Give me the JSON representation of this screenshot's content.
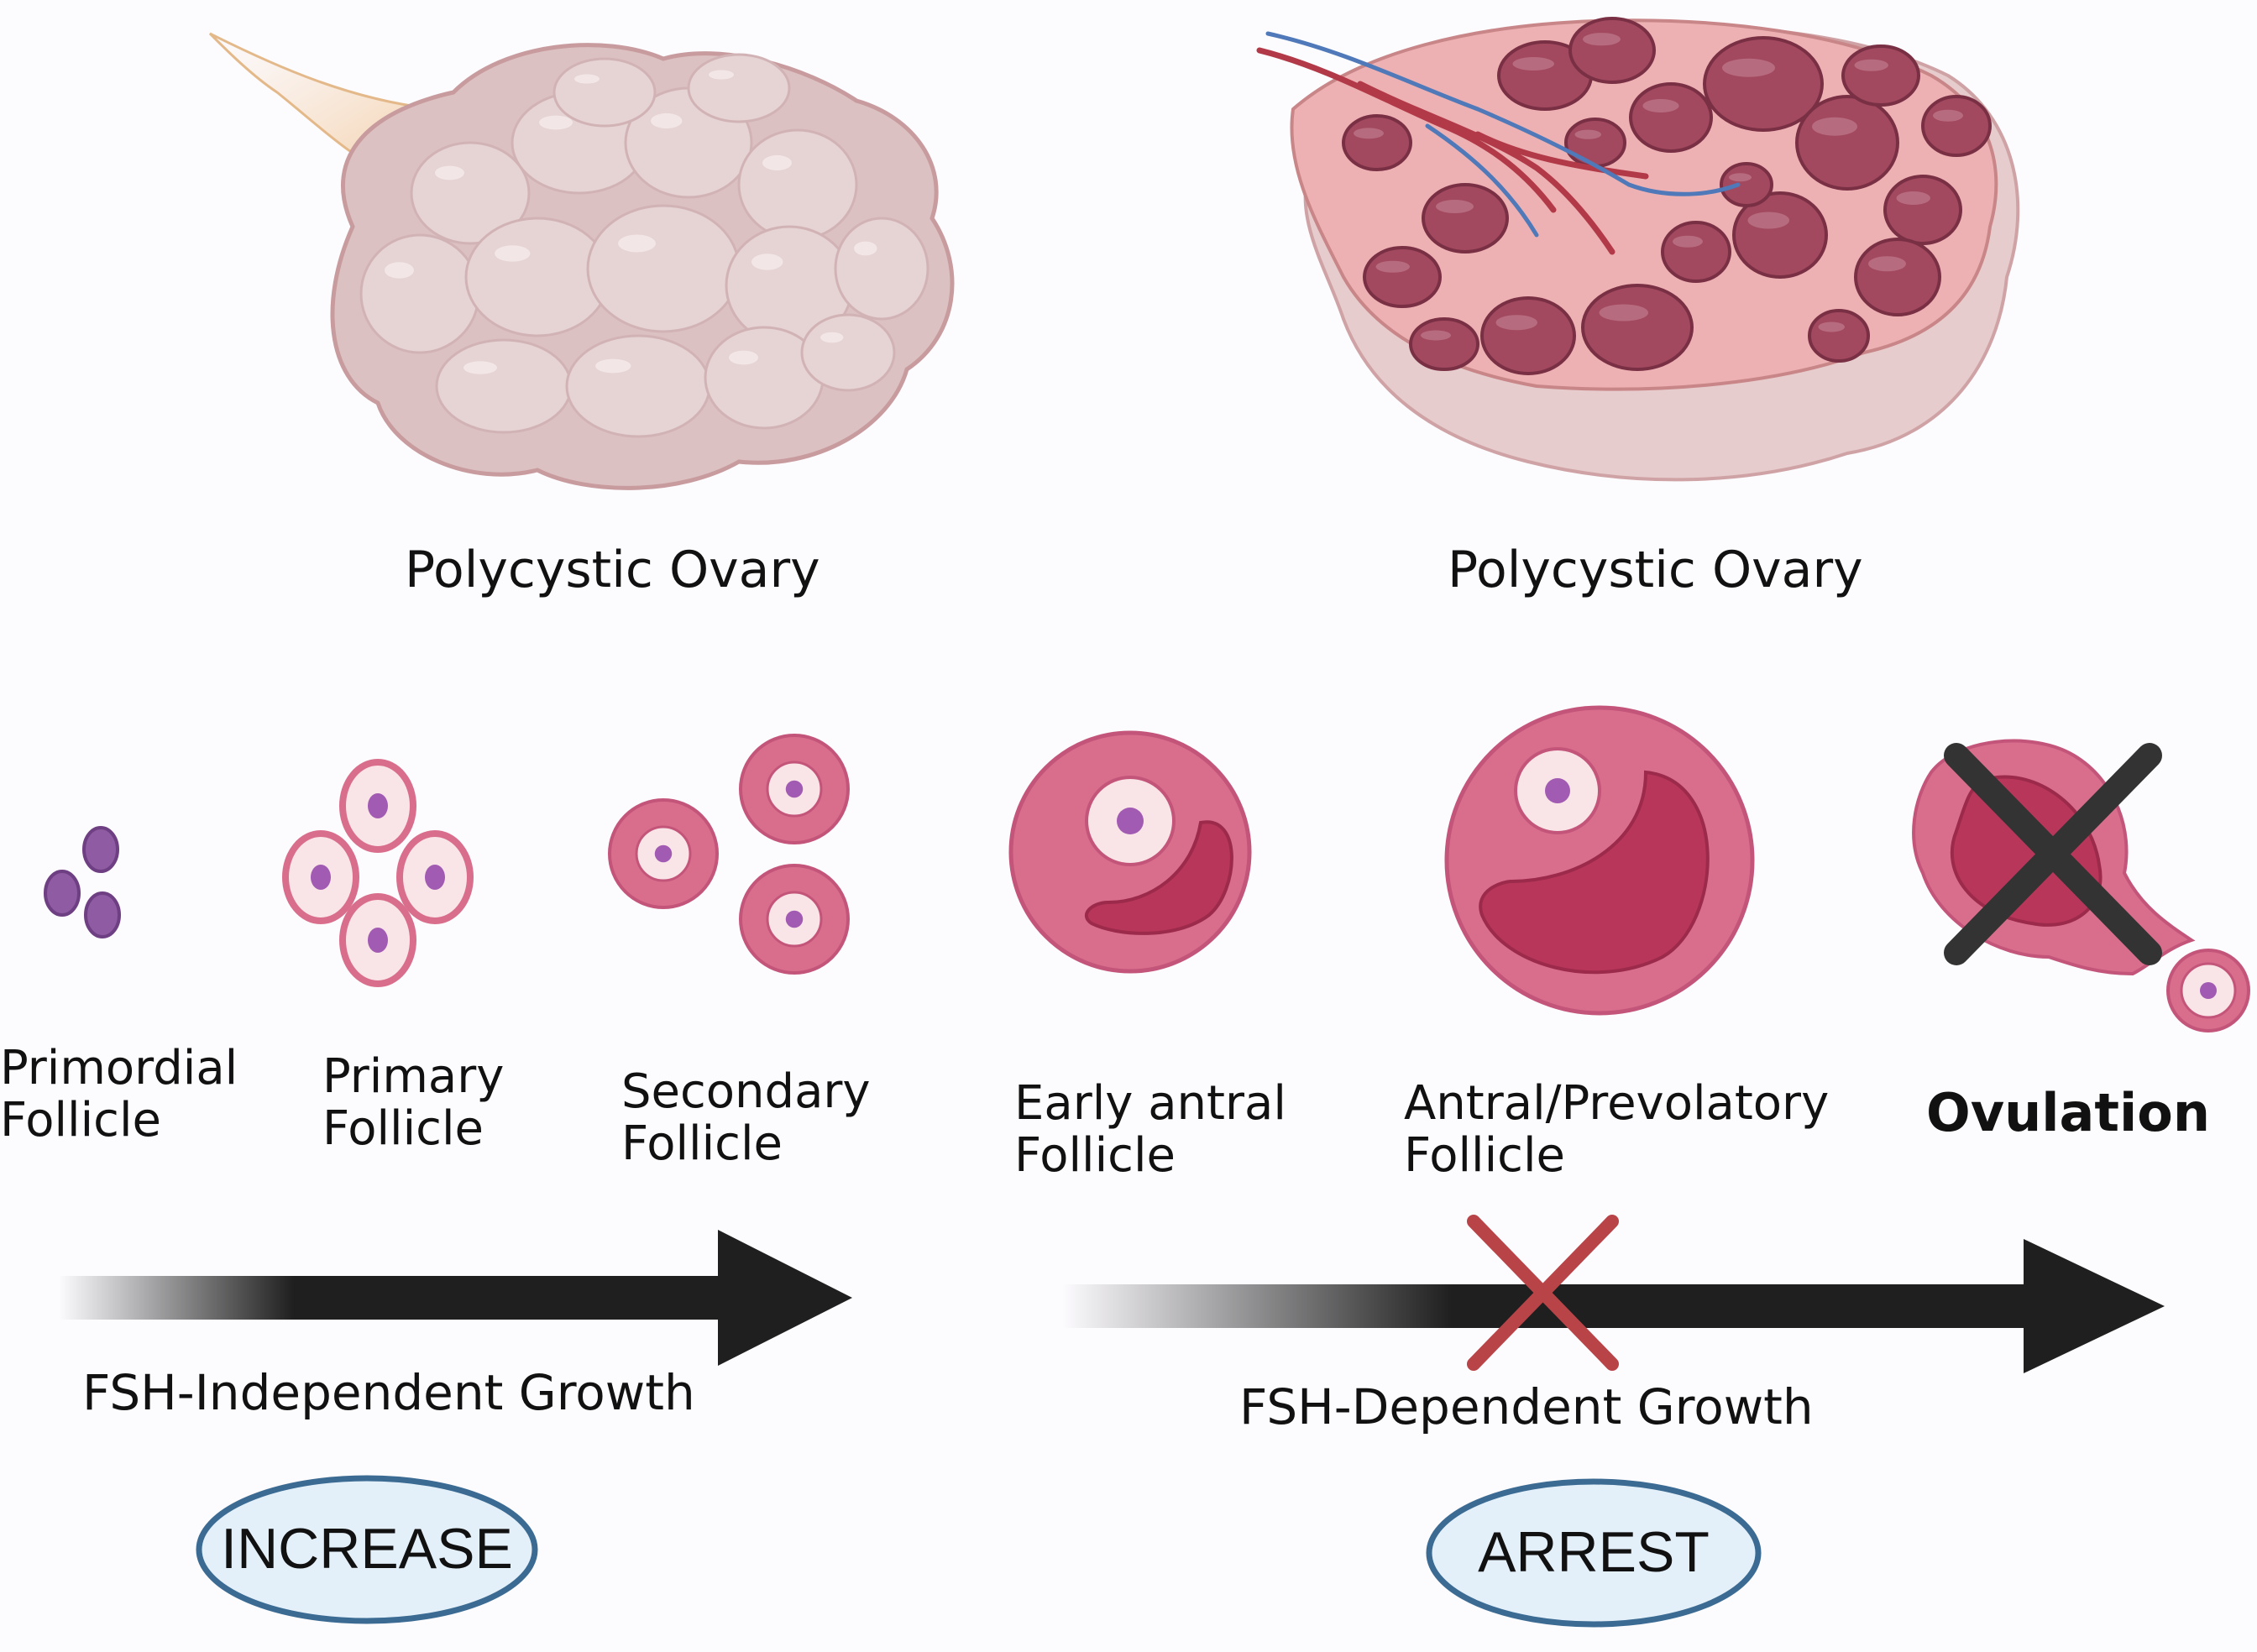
{
  "ovaries": [
    {
      "label": "Polycystic Ovary"
    },
    {
      "label": "Polycystic Ovary"
    }
  ],
  "stages": [
    {
      "line1": "Primordial",
      "line2": "Follicle"
    },
    {
      "line1": "Primary",
      "line2": "Follicle"
    },
    {
      "line1": "Secondary",
      "line2": "Follicle"
    },
    {
      "line1": "Early antral",
      "line2": "Follicle"
    },
    {
      "line1": "Antral/Prevolatory",
      "line2": "Follicle"
    },
    {
      "line1": "Ovulation",
      "line2": ""
    }
  ],
  "growth": {
    "independent": "FSH-Independent Growth",
    "dependent": "FSH-Dependent Growth"
  },
  "outcomes": {
    "increase": "INCREASE",
    "arrest": "ARREST"
  },
  "colors": {
    "ovary_pale": "#dcc1c2",
    "ovary_pale_edge": "#c89b9e",
    "ovary_pink": "#eeb1b3",
    "cyst": "#a2495f",
    "follicle_pink": "#d96e8c",
    "antrum": "#b8365a",
    "oocyte_core": "#a25bb2",
    "arrow": "#1f1f1f",
    "cross_dark": "#333333",
    "cross_red": "#b84448",
    "pill_fill": "#e4f0f9",
    "pill_edge": "#3b6a92"
  }
}
